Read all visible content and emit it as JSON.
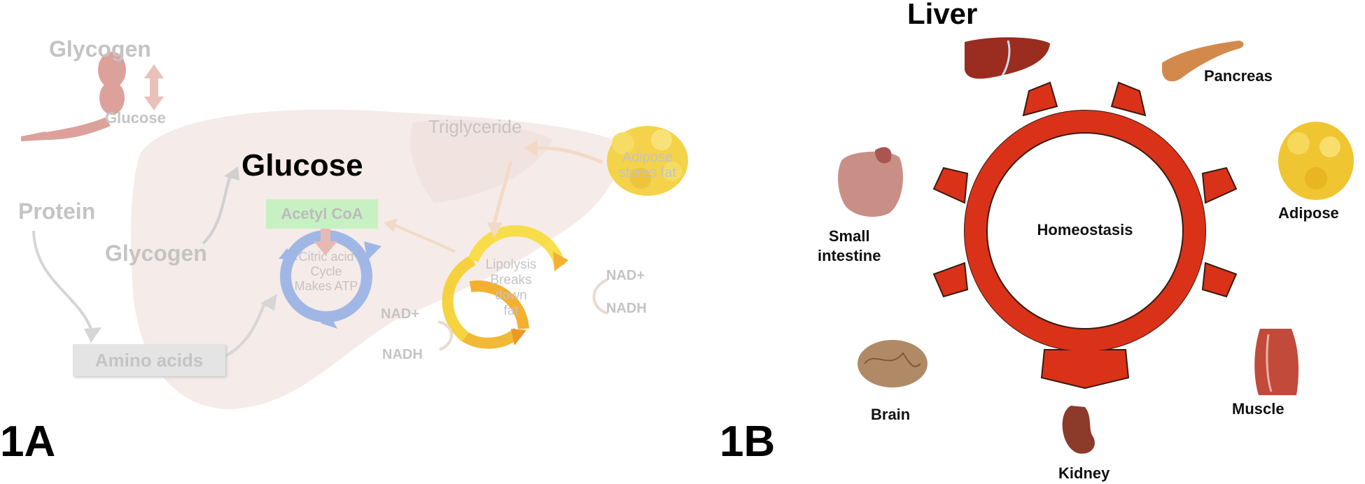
{
  "panel_a": {
    "panel_label": "1A",
    "glycogen_top": "Glycogen",
    "glucose_muscle": "Glucose",
    "triglyceride": "Triglyceride",
    "adipose_stores": [
      "Adipose",
      "stores fat"
    ],
    "glucose_main": "Glucose",
    "protein": "Protein",
    "acetyl_coa": "Acetyl CoA",
    "glycogen_liver": "Glycogen",
    "citric_cycle": [
      "Citric acid",
      "Cycle",
      "Makes ATP"
    ],
    "lipolysis": [
      "Lipolysis",
      "Breaks",
      "down",
      "fat"
    ],
    "nad_plus_right": "NAD+",
    "nadh_right": "NADH",
    "nad_plus_left": "NAD+",
    "nadh_left": "NADH",
    "amino_acids": "Amino acids"
  },
  "panel_b": {
    "panel_label": "1B",
    "title": "Liver",
    "center": "Homeostasis",
    "organs": {
      "pancreas": "Pancreas",
      "adipose": "Adipose",
      "small_intestine": [
        "Small",
        "intestine"
      ],
      "brain": "Brain",
      "kidney": "Kidney",
      "muscle": "Muscle"
    },
    "ring_color": "#d93218"
  }
}
